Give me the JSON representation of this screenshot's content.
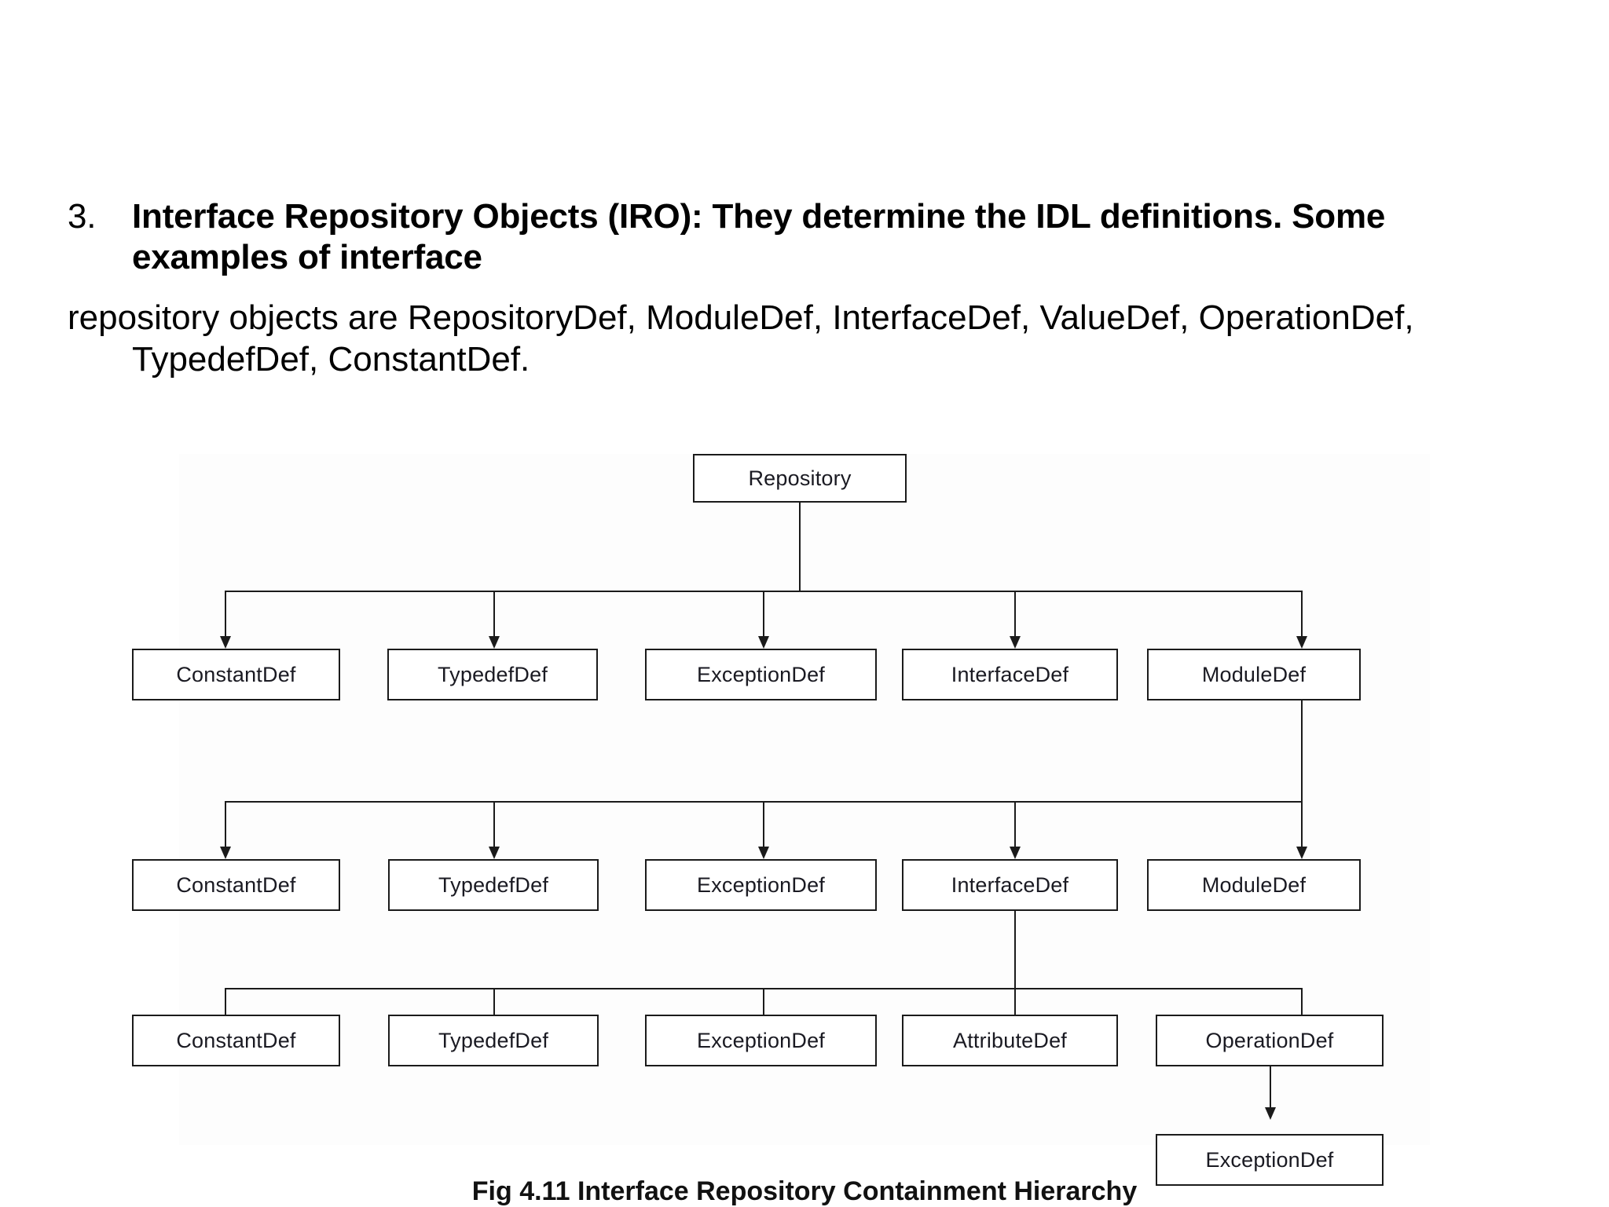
{
  "slide": {
    "bullet_number": "3.",
    "bullet_heading_line1": "Interface Repository Objects (IRO): They determine the IDL definitions.",
    "bullet_heading_line2": "Some examples of interface",
    "body_paragraph": "repository objects are RepositoryDef, ModuleDef, InterfaceDef, ValueDef, OperationDef, TypedefDef, ConstantDef.",
    "figure_caption": "Fig 4.11 Interface Repository Containment Hierarchy"
  },
  "diagram": {
    "title": "Interface Repository Containment Hierarchy",
    "root": {
      "label": "Repository"
    },
    "tier1": [
      {
        "label": "ConstantDef"
      },
      {
        "label": "TypedefDef"
      },
      {
        "label": "ExceptionDef"
      },
      {
        "label": "InterfaceDef"
      },
      {
        "label": "ModuleDef"
      }
    ],
    "tier2": [
      {
        "label": "ConstantDef"
      },
      {
        "label": "TypedefDef"
      },
      {
        "label": "ExceptionDef"
      },
      {
        "label": "InterfaceDef"
      },
      {
        "label": "ModuleDef"
      }
    ],
    "tier3": [
      {
        "label": "ConstantDef"
      },
      {
        "label": "TypedefDef"
      },
      {
        "label": "ExceptionDef"
      },
      {
        "label": "AttributeDef"
      },
      {
        "label": "OperationDef"
      }
    ],
    "tier4": [
      {
        "label": "ExceptionDef"
      }
    ],
    "edges": {
      "root_to_tier1": "Repository fans out to all five tier-1 nodes",
      "tier1_moduledef_to_tier2": "ModuleDef fans out to all five tier-2 nodes",
      "tier2_interfacedef_to_tier3": "InterfaceDef fans out to all five tier-3 nodes",
      "tier3_operationdef_to_tier4": "OperationDef points to ExceptionDef"
    },
    "colors": {
      "line": "#1b1b1b",
      "node_border": "#1b1b1b",
      "node_fill": "#ffffff",
      "panel_bg": "#fdfdfd",
      "text": "#1a1a22"
    }
  }
}
